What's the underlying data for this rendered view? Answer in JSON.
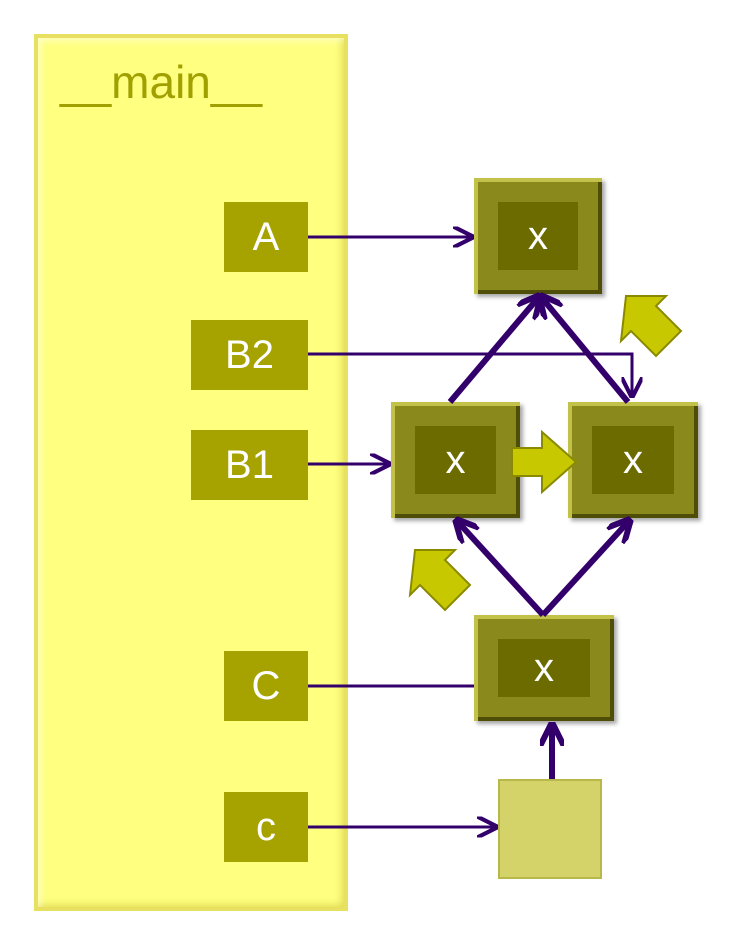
{
  "frame": {
    "title": "__main__",
    "variables": [
      {
        "id": "A",
        "label": "A"
      },
      {
        "id": "B2",
        "label": "B2"
      },
      {
        "id": "B1",
        "label": "B1"
      },
      {
        "id": "C",
        "label": "C"
      },
      {
        "id": "c",
        "label": "c"
      }
    ]
  },
  "objects": [
    {
      "id": "obj-top",
      "label": "x"
    },
    {
      "id": "obj-left",
      "label": "x"
    },
    {
      "id": "obj-right",
      "label": "x"
    },
    {
      "id": "obj-bottom",
      "label": "x"
    },
    {
      "id": "obj-instance",
      "label": ""
    }
  ],
  "colors": {
    "frame": "#ffff80",
    "label": "#a6a300",
    "node": "#8a8a1c",
    "node_inner": "#6b6b00",
    "arrow": "#33006b",
    "highlight_arrow": "#c8c800"
  }
}
